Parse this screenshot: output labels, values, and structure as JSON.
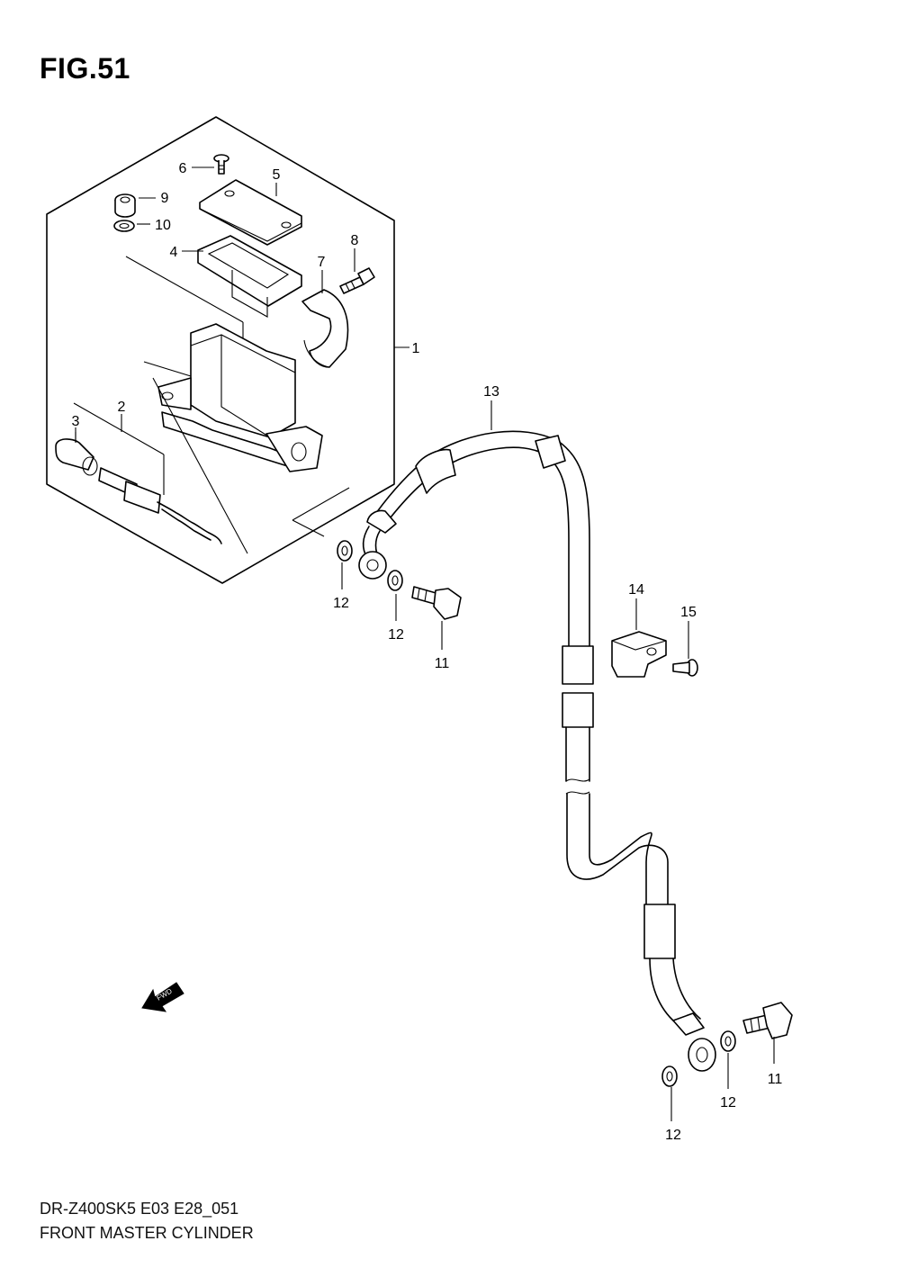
{
  "figure_label": "FIG.51",
  "footer": {
    "model_code": "DR-Z400SK5 E03 E28_051",
    "assembly_name": "FRONT MASTER CYLINDER"
  },
  "fwd_label": "FWD",
  "callouts": {
    "c1": "1",
    "c2": "2",
    "c3": "3",
    "c4": "4",
    "c5": "5",
    "c6": "6",
    "c7": "7",
    "c8": "8",
    "c9": "9",
    "c10": "10",
    "c11a": "11",
    "c11b": "11",
    "c12a": "12",
    "c12b": "12",
    "c12c": "12",
    "c12d": "12",
    "c13": "13",
    "c14": "14",
    "c15": "15"
  }
}
